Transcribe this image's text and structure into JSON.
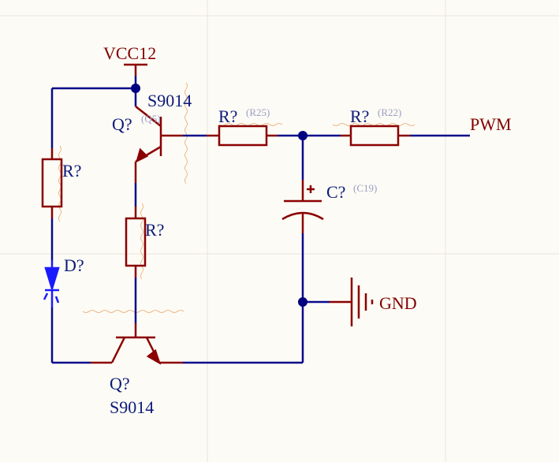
{
  "colors": {
    "wire": "#0a0a8c",
    "component": "#8b0000",
    "label_red": "#800000",
    "label_navy": "#0b1a7a",
    "designator_grey": "#9a9ec6",
    "led": "#1a1aff",
    "junction": "#000080",
    "grid": "#e8e6dd",
    "background": "#fdfbf5",
    "squiggle": "#e8a060"
  },
  "power": {
    "vcc": "VCC12",
    "gnd": "GND"
  },
  "net_ports": {
    "pwm": "PWM"
  },
  "components": {
    "q_top": {
      "ref": "Q?",
      "designator": "(Q5)",
      "value": "S9014"
    },
    "q_bottom": {
      "ref": "Q?",
      "value": "S9014"
    },
    "r_series1": {
      "ref": "R?",
      "designator": "(R25)"
    },
    "r_series2": {
      "ref": "R?",
      "designator": "(R22)"
    },
    "r_left": {
      "ref": "R?"
    },
    "r_emitter": {
      "ref": "R?"
    },
    "c_filter": {
      "ref": "C?",
      "designator": "(C19)"
    },
    "d_led": {
      "ref": "D?"
    }
  }
}
